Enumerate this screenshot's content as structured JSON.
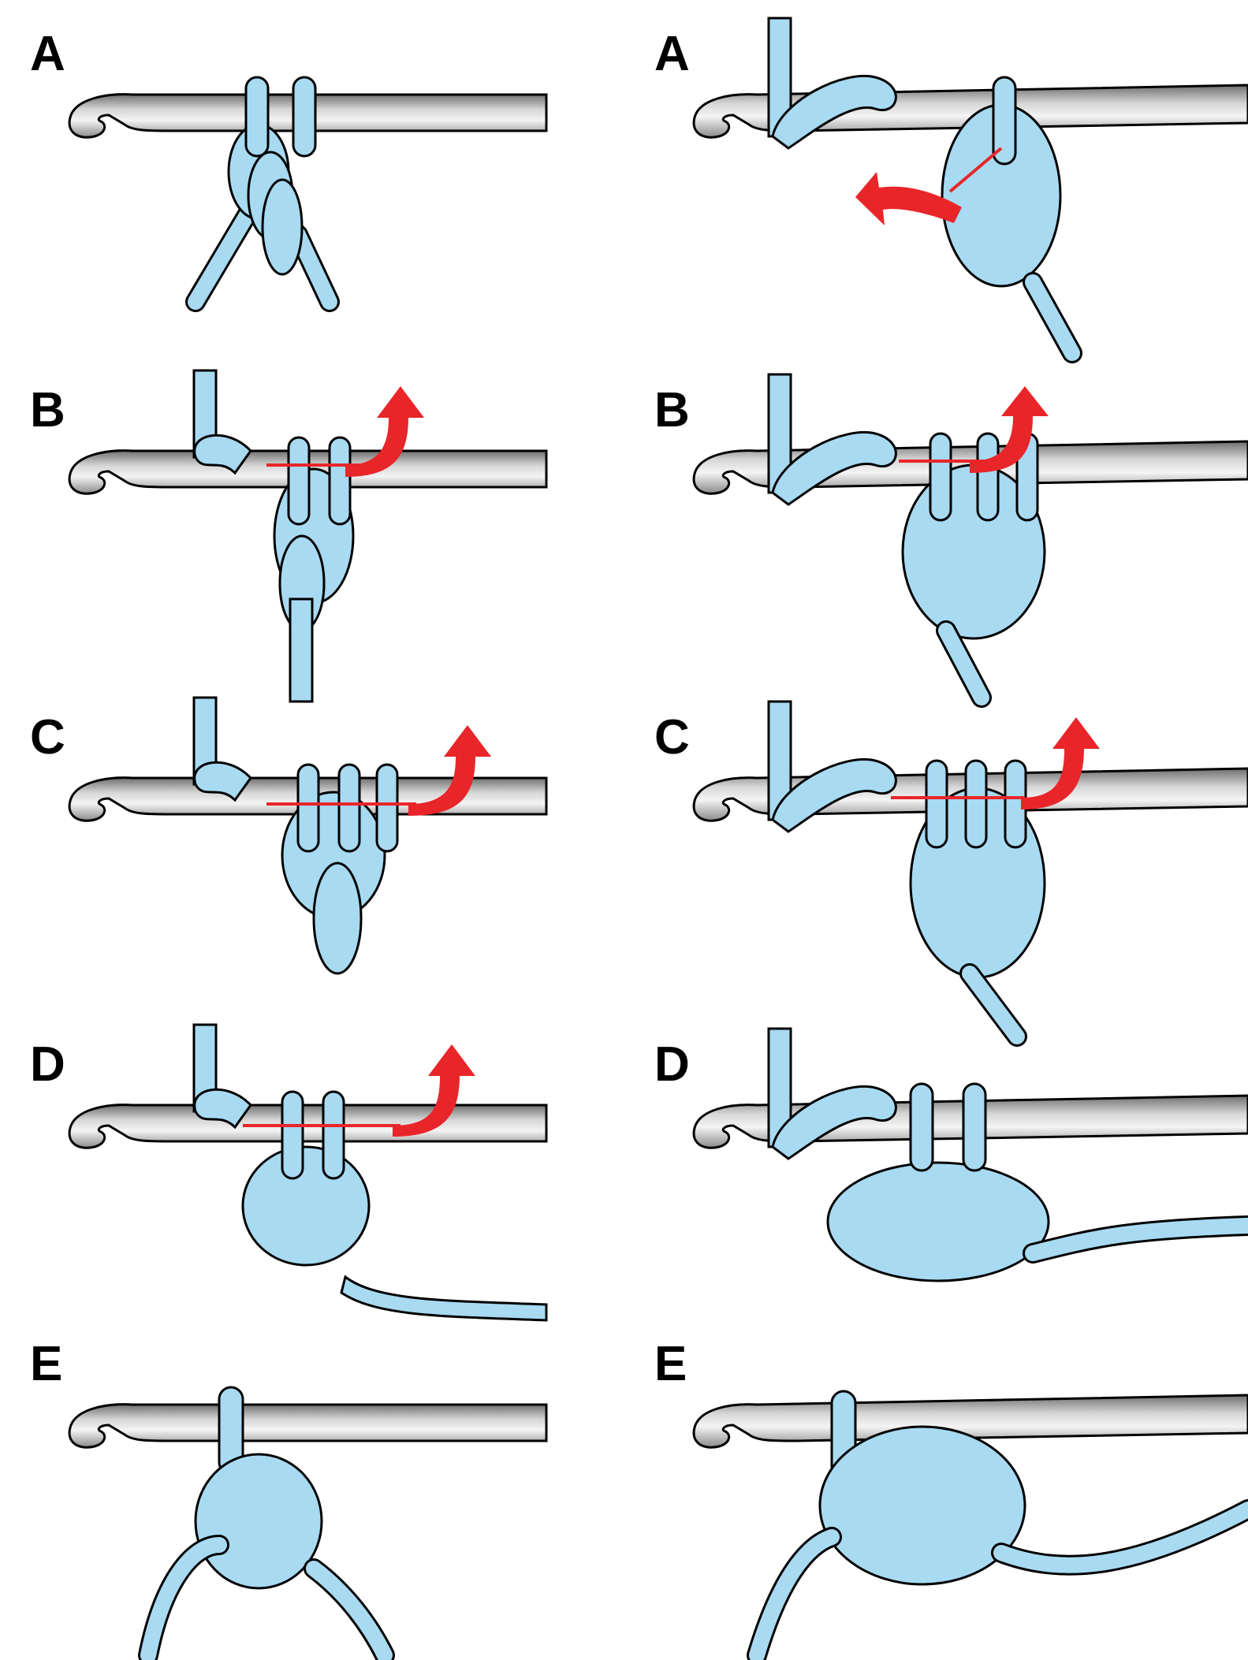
{
  "colors": {
    "yarn": "#a8daf2",
    "outline": "#000000",
    "arrow": "#e8262a",
    "hook_light": "#f4f4f4",
    "hook_dark": "#6e6e6e"
  },
  "icons": {
    "hook": "crochet-hook-icon",
    "arrow": "curved-arrow-icon"
  },
  "columns": [
    {
      "name": "left",
      "steps": [
        {
          "label": "A",
          "arrow": false,
          "red_line": false
        },
        {
          "label": "B",
          "arrow": true,
          "red_line": true
        },
        {
          "label": "C",
          "arrow": true,
          "red_line": true
        },
        {
          "label": "D",
          "arrow": true,
          "red_line": true
        },
        {
          "label": "E",
          "arrow": false,
          "red_line": false
        }
      ]
    },
    {
      "name": "right",
      "steps": [
        {
          "label": "A",
          "arrow": true,
          "red_line": true
        },
        {
          "label": "B",
          "arrow": true,
          "red_line": true
        },
        {
          "label": "C",
          "arrow": true,
          "red_line": true
        },
        {
          "label": "D",
          "arrow": false,
          "red_line": false
        },
        {
          "label": "E",
          "arrow": false,
          "red_line": false
        }
      ]
    }
  ]
}
